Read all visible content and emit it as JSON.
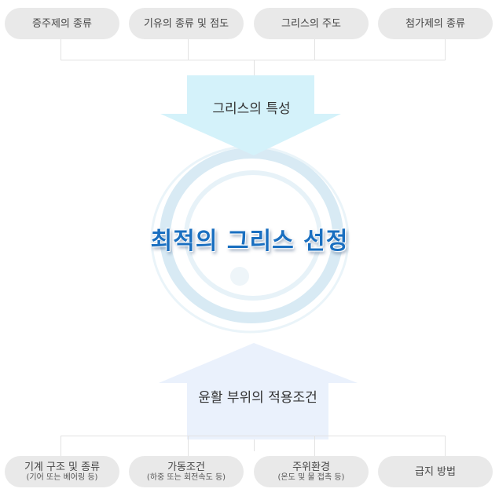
{
  "top_items": [
    "증주제의 종류",
    "기유의 종류 및 점도",
    "그리스의 주도",
    "첨가제의 종류"
  ],
  "top_arrow": "그리스의 특성",
  "center_title": "최적의 그리스 선정",
  "bottom_arrow": "윤활 부위의 적용조건",
  "bottom_items": [
    {
      "label": "기계 구조 및 종류",
      "sub": "(기어 또는 베어링 등)"
    },
    {
      "label": "가동조건",
      "sub": "(하중 또는 회전속도 등)"
    },
    {
      "label": "주위환경",
      "sub": "(온도 및 물 접촉 등)"
    },
    {
      "label": "급지 방법",
      "sub": null
    }
  ],
  "colors": {
    "top_arrow": "#d4f2fa",
    "bottom_arrow": "#eaf1fc",
    "title": "#1a6fc0",
    "pill": "#e9e9e9"
  }
}
